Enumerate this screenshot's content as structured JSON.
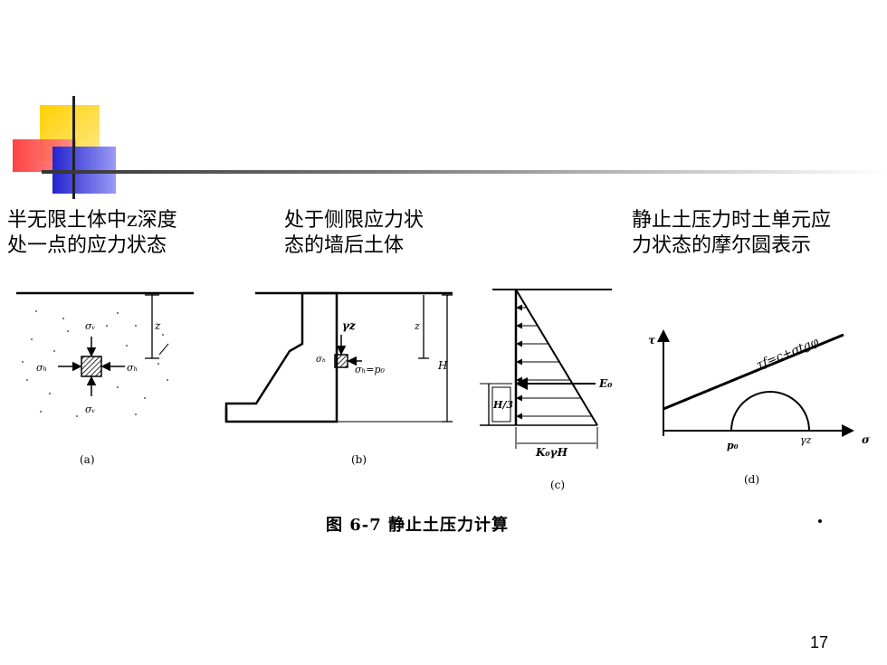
{
  "captions": {
    "a": "半无限土体中z深度\n处一点的应力状态",
    "b": "处于侧限应力状\n态的墙后土体",
    "d": "静止土压力时土单元应\n力状态的摩尔圆表示"
  },
  "figure": {
    "title": "图 6-7   静止土压力计算",
    "panels": {
      "a": "(a)",
      "b": "(b)",
      "c": "(c)",
      "d": "(d)"
    },
    "labels": {
      "sigma_v": "σᵥ",
      "sigma_h": "σₕ",
      "z": "z",
      "gamma_z": "γz",
      "sigma_h_p0": "σₕ=p₀",
      "H": "H",
      "H_over_3": "H/3",
      "E0": "E₀",
      "K0_gamma_H": "K₀γH",
      "tau": "τ",
      "strength_line": "τf=c+σtgφ",
      "p0": "p₀",
      "sigma": "σ"
    }
  },
  "page_number": "17",
  "colors": {
    "accent_yellow": "#ffd200",
    "accent_red": "#ff3a3a",
    "accent_blue": "#2b2bd9",
    "rule_gray": "#7a7a7a"
  }
}
